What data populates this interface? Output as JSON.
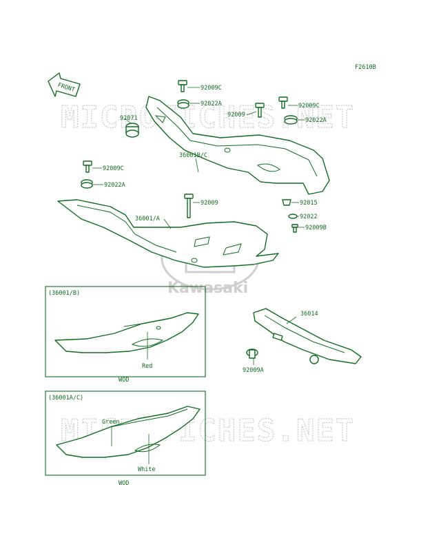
{
  "figure_code": "F2610B",
  "front_label": "FRONT",
  "watermark": {
    "top": "MICROFICHES.NET",
    "bottom": "MICROFICHES.NET",
    "logo_text": "Kawasaki"
  },
  "colors": {
    "line": "#0f6b1e",
    "watermark": "#c9c9c9",
    "background": "#ffffff"
  },
  "parts": {
    "p92009c_1": "92009C",
    "p92022a_1": "92022A",
    "p92071": "92071",
    "p92009_1": "92009",
    "p92009c_2": "92009C",
    "p92022a_2": "92022A",
    "p36001bc": "36001B/C",
    "p92009c_3": "92009C",
    "p92022a_3": "92022A",
    "p92009_2": "92009",
    "p36001a": "36001/A",
    "p92015": "92015",
    "p92022": "92022",
    "p92009b": "92009B",
    "p36014": "36014",
    "p92009a": "92009A"
  },
  "inset_b": {
    "title": "(36001/B)",
    "color_note": "Red",
    "code": "WOD"
  },
  "inset_ac": {
    "title": "(36001A/C)",
    "color_green": "Green",
    "color_white": "White",
    "code": "WOD"
  }
}
